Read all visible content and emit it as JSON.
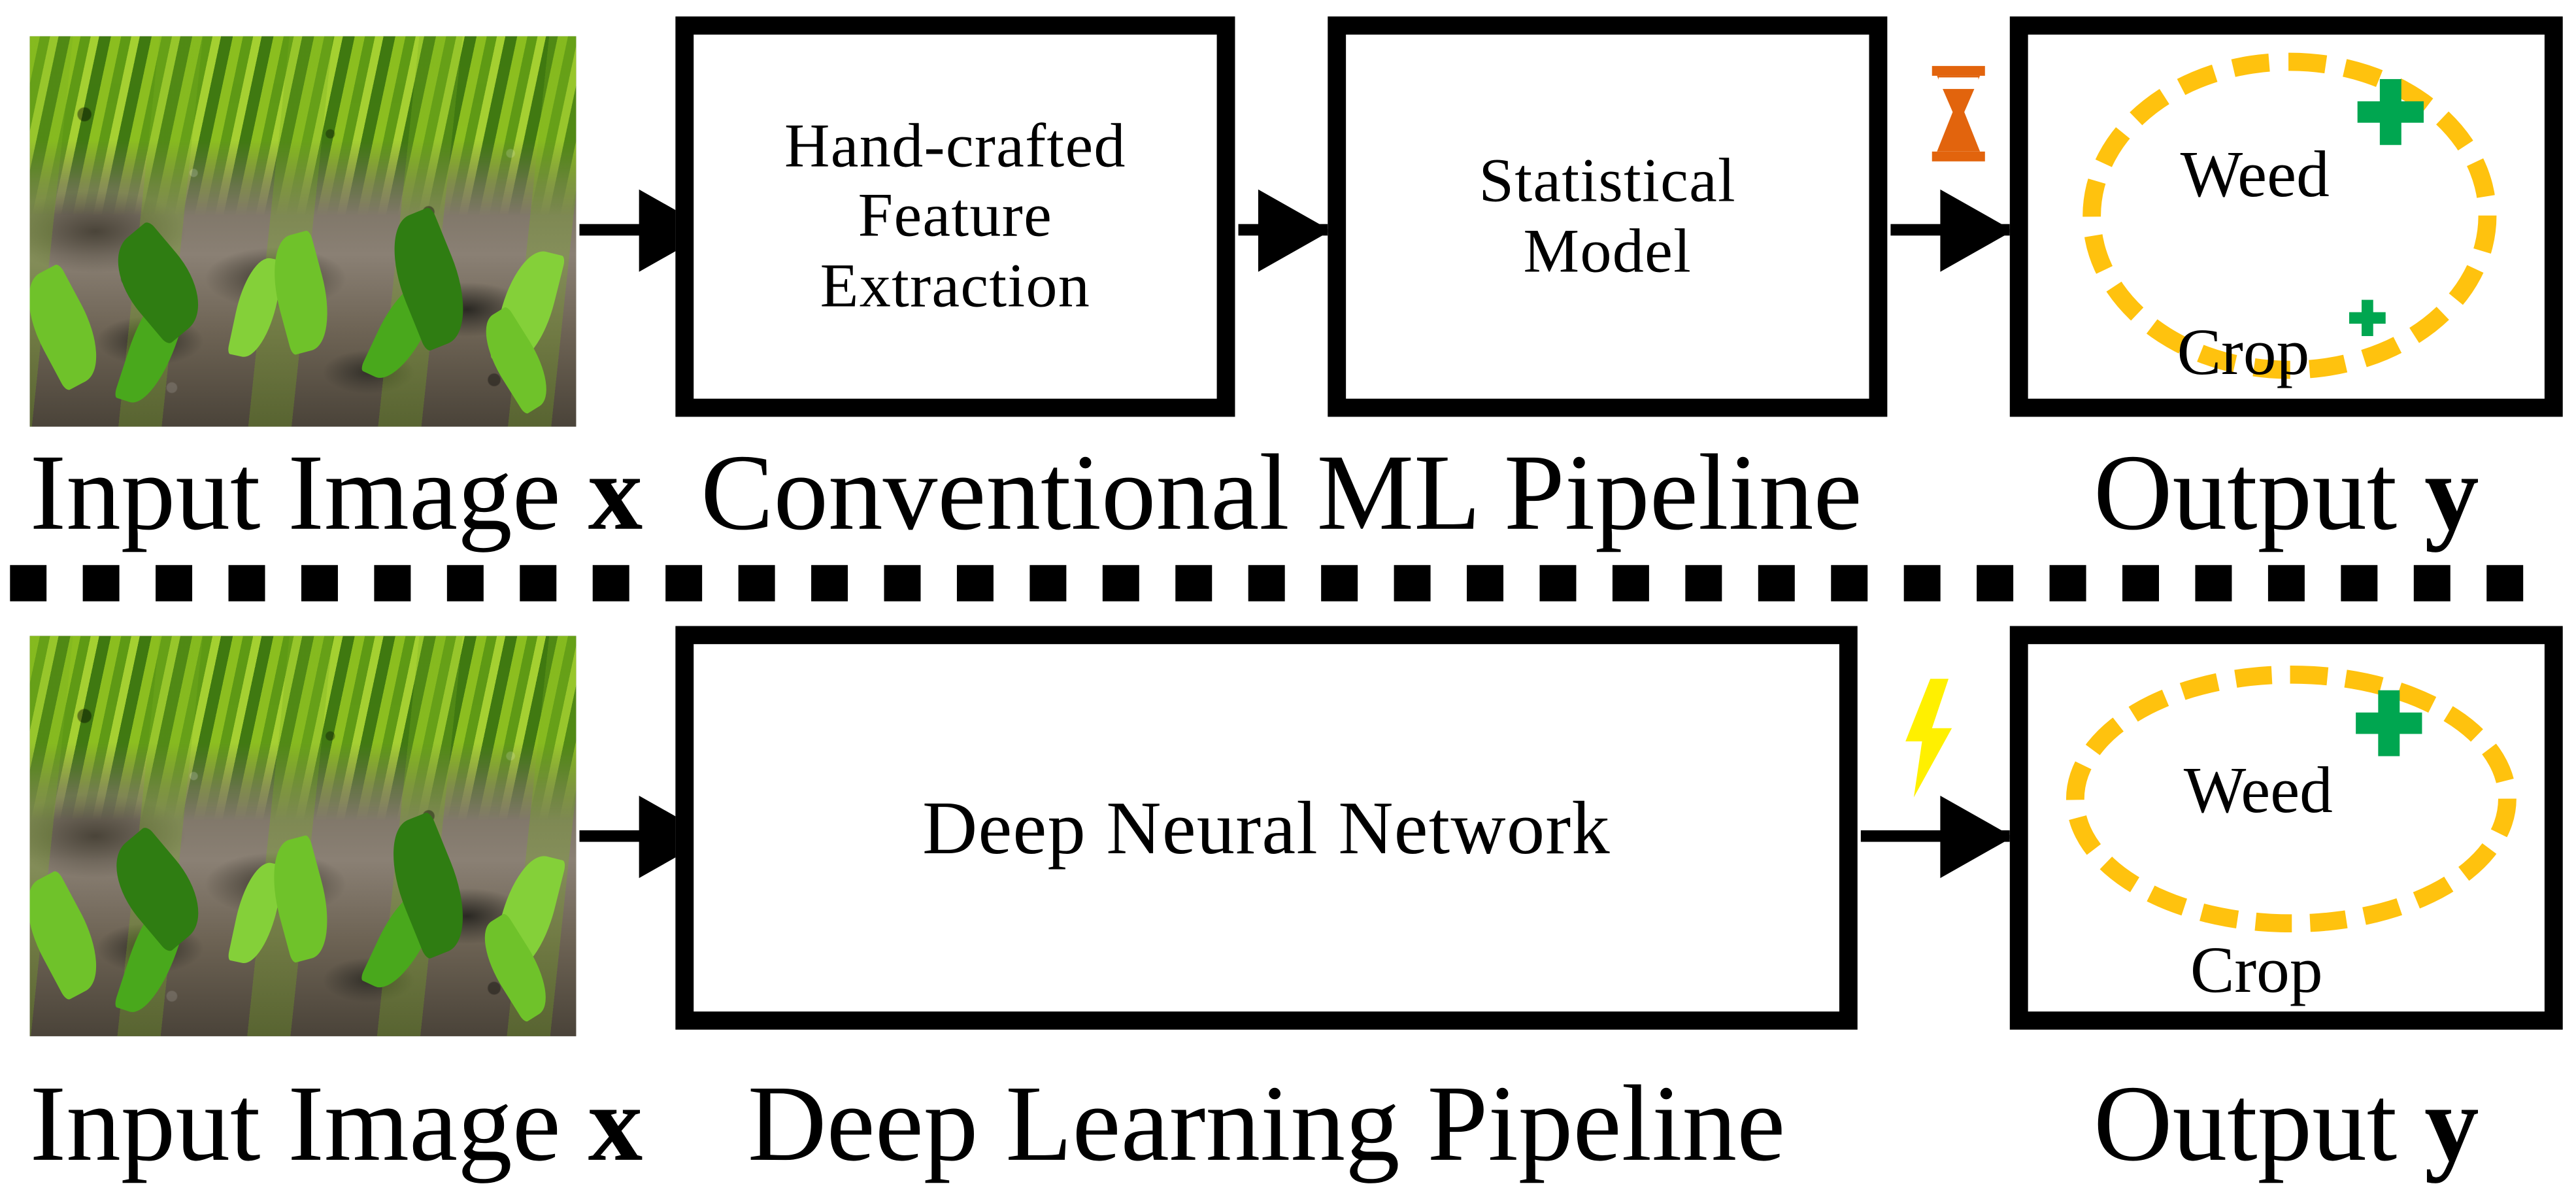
{
  "figure": {
    "title": "Conventional ML pipeline versus deep learning pipeline for crop and weed classification",
    "background_color": "#FFFFFF"
  },
  "colors": {
    "box_border": "#000000",
    "arrow": "#000000",
    "ellipse_dashed": "#FFC20E",
    "plus_marker": "#00A650",
    "hourglass_icon": "#E2640D",
    "lightning_icon": "#FFF000",
    "divider": "#000000"
  },
  "rows": [
    {
      "id": "conventional-ml",
      "pipeline_caption": "Conventional ML Pipeline",
      "input": {
        "caption": "Input Image x",
        "caption_plain": "Input Image",
        "caption_symbol": "x",
        "icon": "crop-field-photo"
      },
      "stages": [
        {
          "id": "hand-crafted-feature-extraction",
          "label": "Hand-crafted Feature Extraction",
          "lines": [
            "Hand-crafted",
            "Feature",
            "Extraction"
          ]
        },
        {
          "id": "statistical-model",
          "label": "Statistical Model",
          "lines": [
            "Statistical",
            "Model"
          ]
        }
      ],
      "speed_icon": {
        "name": "hourglass-icon",
        "meaning": "slow",
        "color": "#E2640D"
      },
      "output": {
        "caption": "Output y",
        "caption_plain": "Output",
        "caption_symbol": "y",
        "class_labels": [
          {
            "name": "Weed",
            "marker": "plus",
            "marker_size": "large",
            "inside_ellipse": true
          },
          {
            "name": "Crop",
            "marker": "plus",
            "marker_size": "small",
            "inside_ellipse": false
          }
        ],
        "boundary": {
          "shape": "ellipse",
          "style": "dashed",
          "color": "#FFC20E"
        }
      }
    },
    {
      "id": "deep-learning",
      "pipeline_caption": "Deep Learning Pipeline",
      "input": {
        "caption": "Input Image x",
        "caption_plain": "Input Image",
        "caption_symbol": "x",
        "icon": "crop-field-photo"
      },
      "stages": [
        {
          "id": "deep-neural-network",
          "label": "Deep Neural Network",
          "lines": [
            "Deep Neural Network"
          ]
        }
      ],
      "speed_icon": {
        "name": "lightning-bolt-icon",
        "meaning": "fast",
        "color": "#FFF000"
      },
      "output": {
        "caption": "Output y",
        "caption_plain": "Output",
        "caption_symbol": "y",
        "class_labels": [
          {
            "name": "Weed",
            "marker": "plus",
            "marker_size": "large",
            "inside_ellipse": true
          },
          {
            "name": "Crop",
            "marker": "none",
            "marker_size": "none",
            "inside_ellipse": false
          }
        ],
        "boundary": {
          "shape": "ellipse",
          "style": "dashed",
          "color": "#FFC20E"
        }
      }
    }
  ]
}
